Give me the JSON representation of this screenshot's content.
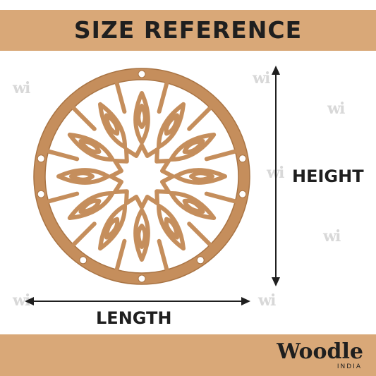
{
  "header": {
    "title": "SIZE REFERENCE"
  },
  "labels": {
    "height": "HEIGHT",
    "length": "LENGTH"
  },
  "watermark": {
    "text": "wi"
  },
  "brand": {
    "name": "Woodle",
    "sub": "INDIA"
  },
  "colors": {
    "banner": "#d9a878",
    "wood": "#c58e5c",
    "wood_edge": "#a97444",
    "text": "#1f1f1f",
    "watermark": "#d8d8d8"
  },
  "product": {
    "icon": "mandala-wheel-icon"
  }
}
